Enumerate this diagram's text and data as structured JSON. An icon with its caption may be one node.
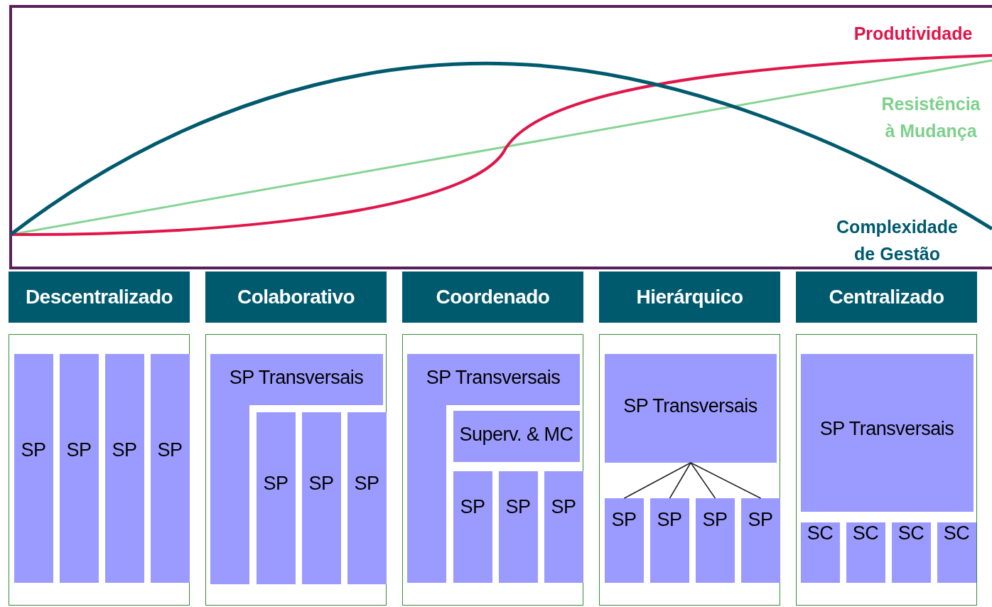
{
  "diagram": {
    "nodes": [
      {
        "text": [
          "Descentralizado"
        ]
      },
      {
        "text": [
          "Colaborativo"
        ]
      },
      {
        "text": [
          "Coordenado"
        ]
      },
      {
        "text": [
          "Hierárquico"
        ]
      },
      {
        "text": [
          "Centralizado"
        ]
      },
      {
        "text": [],
        "shape": "box"
      },
      {
        "text": [
          "SP"
        ],
        "in": 5
      },
      {
        "text": [
          "SP"
        ],
        "in": 5
      },
      {
        "text": [
          "SP"
        ],
        "in": 5
      },
      {
        "text": [
          "SP"
        ],
        "in": 5
      },
      {
        "text": [],
        "shape": "box"
      },
      {
        "text": [
          "SP Transversais"
        ],
        "in": 10
      },
      {
        "text": [
          "SP"
        ],
        "in": 10
      },
      {
        "text": [
          "SP"
        ],
        "in": 10
      },
      {
        "text": [
          "SP"
        ],
        "in": 10
      },
      {
        "text": [],
        "shape": "box"
      },
      {
        "text": [
          "SP Transversais"
        ],
        "in": 15
      },
      {
        "text": [
          "Superv. & MC"
        ],
        "in": 15
      },
      {
        "text": [
          "SP"
        ],
        "in": 15
      },
      {
        "text": [
          "SP"
        ],
        "in": 15
      },
      {
        "text": [
          "SP"
        ],
        "in": 15
      },
      {
        "text": [],
        "shape": "box"
      },
      {
        "text": [
          "SP Transversais"
        ],
        "in": 21
      },
      {
        "text": [
          "SP"
        ],
        "in": 21
      },
      {
        "text": [
          "SP"
        ],
        "in": 21
      },
      {
        "text": [
          "SP"
        ],
        "in": 21
      },
      {
        "text": [
          "SP"
        ],
        "in": 21
      },
      {
        "text": [],
        "shape": "box"
      },
      {
        "text": [
          "SP Transversais"
        ],
        "in": 27
      },
      {
        "text": [
          "SC"
        ],
        "in": 27
      },
      {
        "text": [
          "SC"
        ],
        "in": 27
      },
      {
        "text": [
          "SC"
        ],
        "in": 27
      },
      {
        "text": [
          "SC"
        ],
        "in": 27
      }
    ],
    "edges": [
      {
        "from": 22,
        "to": 23,
        "arrow": "none"
      },
      {
        "from": 22,
        "to": 24,
        "arrow": "none"
      },
      {
        "from": 22,
        "to": 25,
        "arrow": "none"
      },
      {
        "from": 22,
        "to": 26,
        "arrow": "none"
      }
    ],
    "labels": [
      "Produtividade",
      "Resistência à Mudança",
      "Complexidade de Gestão"
    ]
  }
}
